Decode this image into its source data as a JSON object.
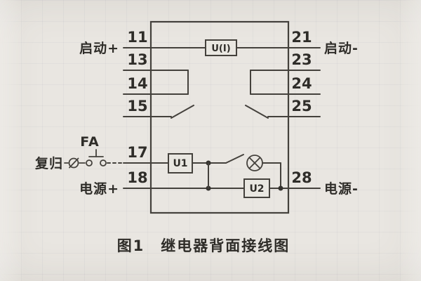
{
  "figure": {
    "title": "图1　继电器背面接线图"
  },
  "labels": {
    "start_plus": "启动+",
    "start_minus": "启动-",
    "reset": "复归",
    "reset_button": "FA",
    "power_plus": "电源+",
    "power_minus": "电源-"
  },
  "terminals": {
    "left": [
      "11",
      "13",
      "14",
      "15",
      "17",
      "18"
    ],
    "right": [
      "21",
      "23",
      "24",
      "25",
      "28"
    ]
  },
  "components": {
    "voltage_element": "U(I)",
    "u1": "U1",
    "u2": "U2"
  },
  "colors": {
    "line": "#44413c",
    "paper": "#e9e6e1"
  }
}
